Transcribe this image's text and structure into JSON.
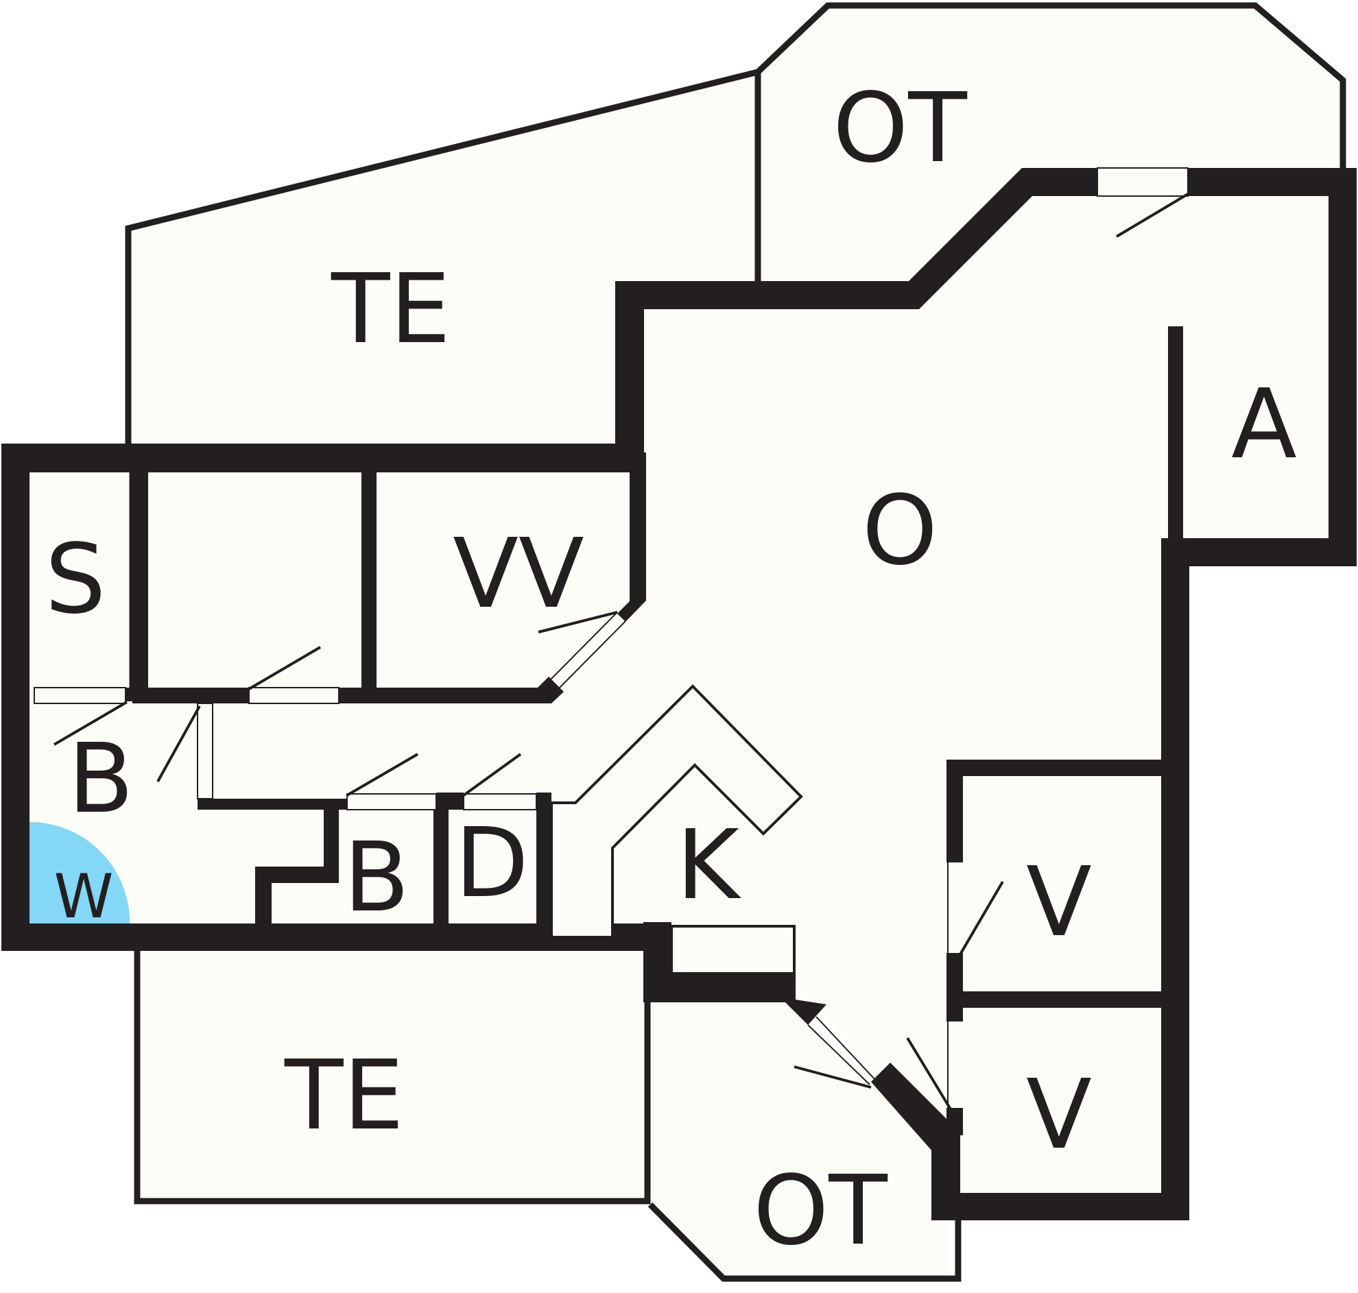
{
  "floor_plan": {
    "colors": {
      "wall": "#231f20",
      "floor": "#fdfdf7",
      "wardrobe_fill": "#85d7f7",
      "background": "#ffffff"
    },
    "rooms": {
      "terrace_top": "TE",
      "terrace_bottom": "TE",
      "balcony_top": "OT",
      "balcony_bottom": "OT",
      "storage": "S",
      "utility_room": "A",
      "living_room": "O",
      "walk_in_closet": "VV",
      "bathroom_main": "B",
      "bathroom_small": "B",
      "shower": "D",
      "kitchen": "K",
      "bedroom_upper": "V",
      "bedroom_lower": "V"
    },
    "fixtures": {
      "wardrobe": "W"
    }
  }
}
